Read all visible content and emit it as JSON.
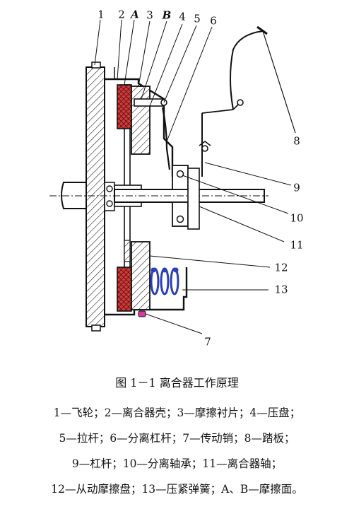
{
  "labels": {
    "l1": "1",
    "l2": "2",
    "lA": "A",
    "l3": "3",
    "lB": "B",
    "l4": "4",
    "l5": "5",
    "l6": "6",
    "l7": "7",
    "l8": "8",
    "l9": "9",
    "l10": "10",
    "l11": "11",
    "l12": "12",
    "l13": "13"
  },
  "caption": "图 1－1   离合器工作原理",
  "legend": [
    "1—飞轮；2—离合器壳；3—摩擦衬片；4—压盘；",
    "5—拉杆；6—分离杠杆；7—传动销；8—踏板；",
    "9—杠杆；10—分离轴承；11—离合器轴；",
    "12—从动摩擦盘；13—压紧弹簧；A、B—摩擦面。"
  ],
  "colors": {
    "lining": "#d23a3a",
    "spring": "#2b3fb8",
    "pin": "#d83aa0",
    "line": "#111111"
  }
}
